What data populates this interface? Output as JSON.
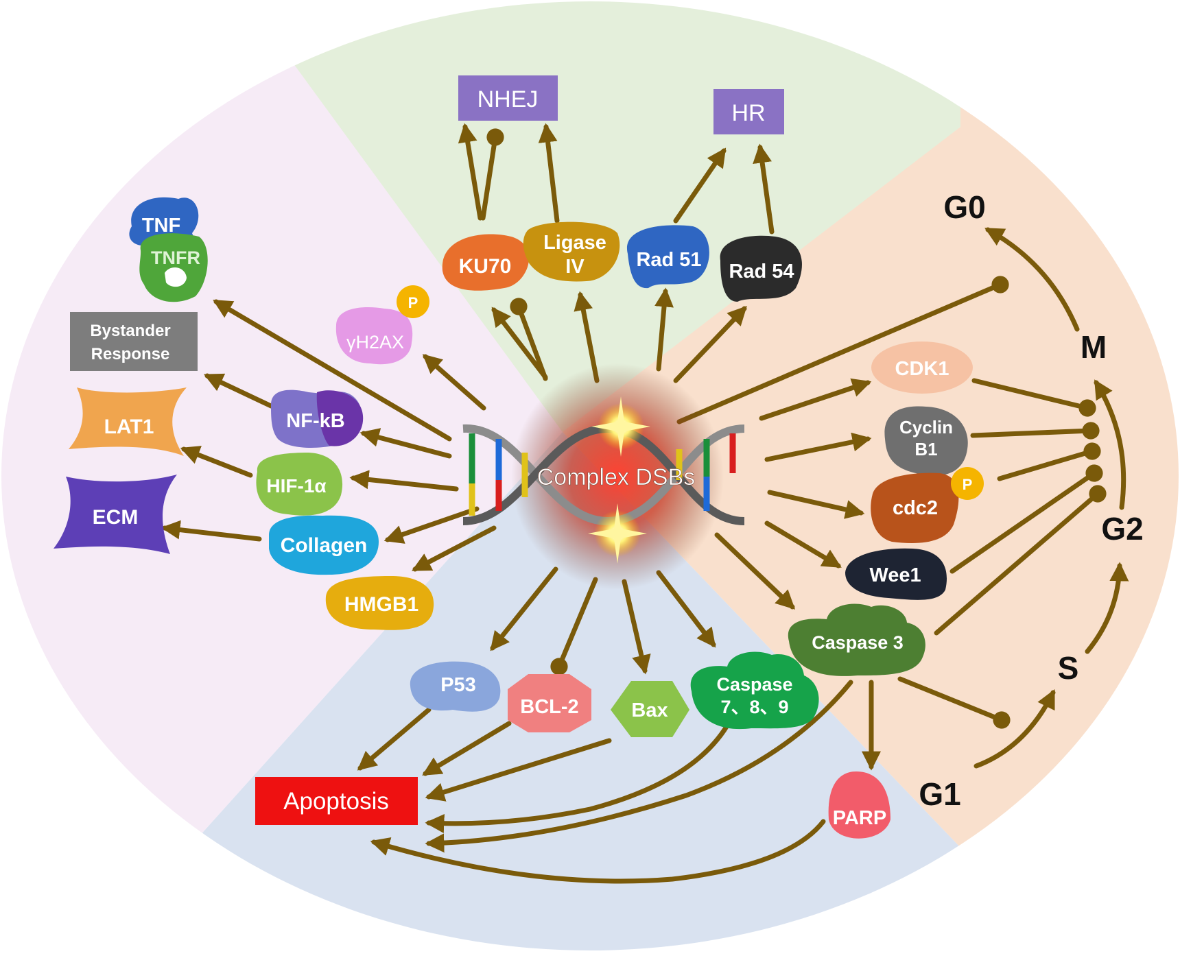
{
  "center": {
    "label": "Complex DSBs"
  },
  "pathways": {
    "nhej": "NHEJ",
    "hr": "HR"
  },
  "repair": {
    "ku70": "KU70",
    "ligase_l1": "Ligase",
    "ligase_l2": "IV",
    "rad51": "Rad 51",
    "rad54": "Rad 54"
  },
  "inflammation": {
    "tnf": "TNF",
    "tnfr": "TNFR",
    "h2ax": "γH2AX",
    "phospho": "P",
    "bystander_l1": "Bystander",
    "bystander_l2": "Response",
    "nfkb": "NF-kB",
    "lat1": "LAT1",
    "hif": "HIF-1α",
    "ecm": "ECM",
    "collagen": "Collagen",
    "hmgb1": "HMGB1"
  },
  "cell_cycle": {
    "cdk1": "CDK1",
    "cyclin_l1": "Cyclin",
    "cyclin_l2": "B1",
    "cdc2": "cdc2",
    "phospho": "P",
    "wee1": "Wee1",
    "caspase3": "Caspase 3",
    "g0": "G0",
    "m": "M",
    "g2": "G2",
    "s": "S",
    "g1": "G1"
  },
  "apoptosis": {
    "p53": "P53",
    "bcl2": "BCL-2",
    "bax": "Bax",
    "casp789_l1": "Caspase",
    "casp789_l2": "7、8、9",
    "parp": "PARP",
    "apoptosis": "Apoptosis"
  },
  "colors": {
    "arrow": "#7a5a0a",
    "region_green": "#e4efdb",
    "region_pink": "#f6ebf6",
    "region_orange": "#f9e0cd",
    "region_blue": "#d9e2f0",
    "pathway_box": "#8a72c4",
    "apoptosis_box": "#ee1111"
  }
}
